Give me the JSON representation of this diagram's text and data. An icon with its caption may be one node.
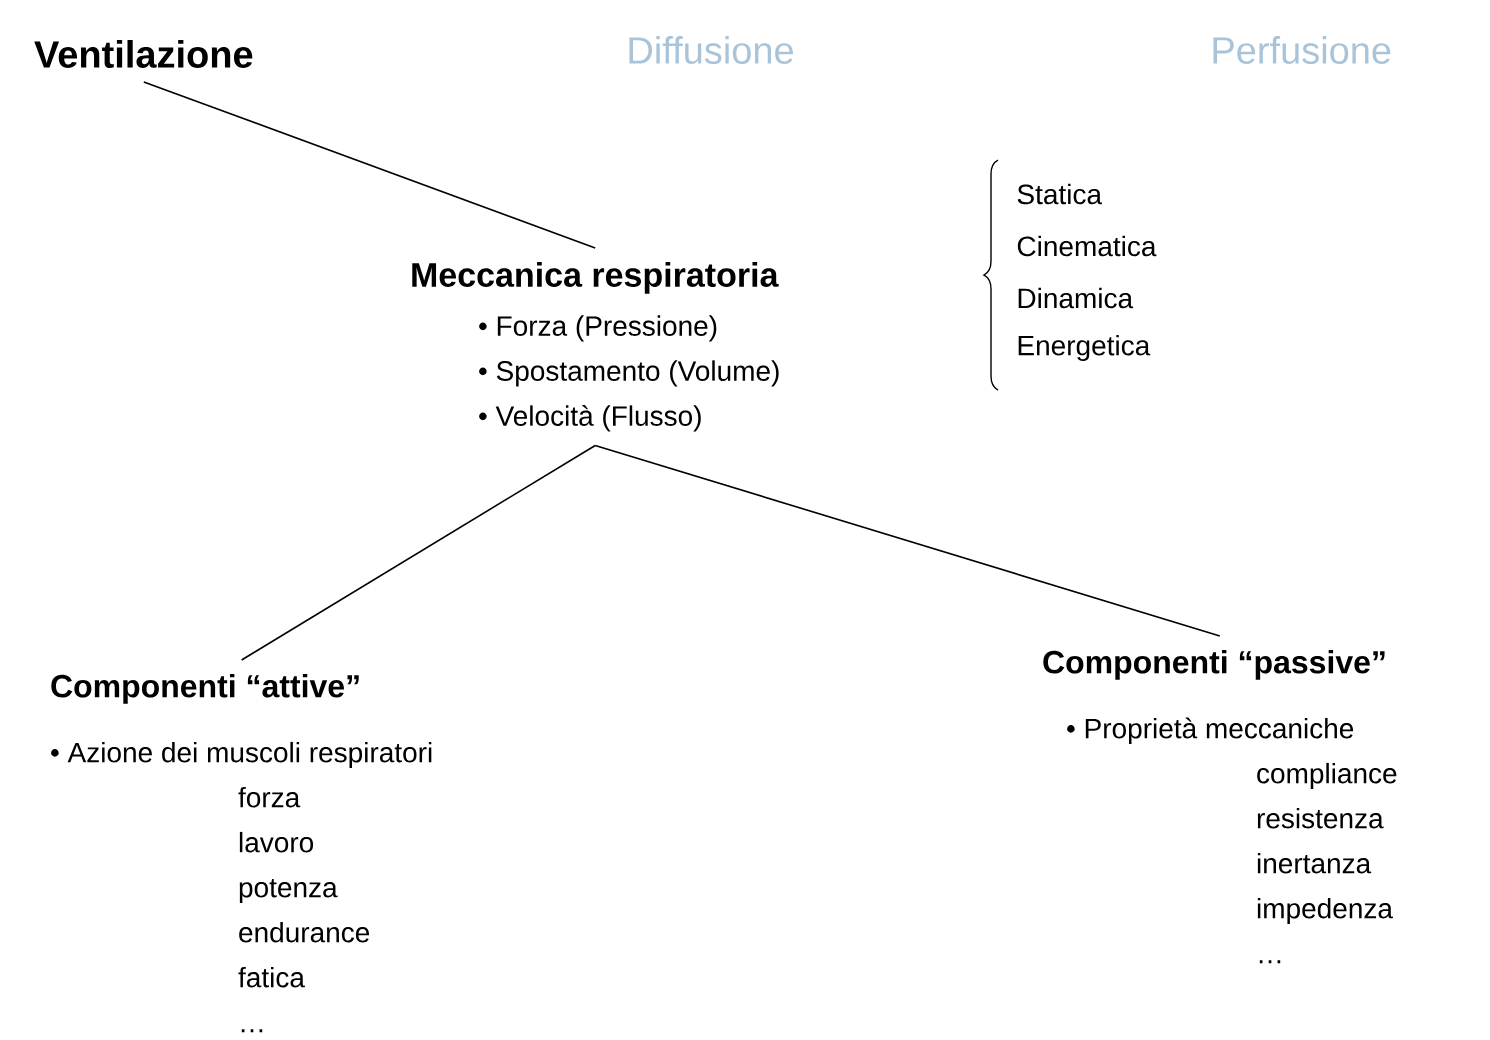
{
  "diagram": {
    "nodes": [
      {
        "text": [
          "Ventilazione"
        ]
      },
      {
        "text": [
          "Meccanica respiratoria",
          "• Forza (Pressione)",
          "• Spostamento (Volume)",
          "• Velocità (Flusso)"
        ]
      },
      {
        "text": [
          "Componenti “attive”",
          "• Azione dei muscoli respiratori",
          "forza",
          "lavoro",
          "potenza",
          "endurance",
          "fatica",
          "…"
        ]
      },
      {
        "text": [
          "Componenti “passive”",
          "• Proprietà meccaniche",
          "compliance",
          "resistenza",
          "inertanza",
          "impedenza",
          "…"
        ]
      }
    ],
    "edges": [
      {
        "from": 0,
        "to": 1,
        "arrow": "none"
      },
      {
        "from": 1,
        "to": 2,
        "arrow": "none"
      },
      {
        "from": 1,
        "to": 3,
        "arrow": "none"
      }
    ],
    "labels": [
      "Diffusione",
      "Perfusione",
      "Statica",
      "Cinematica",
      "Dinamica",
      "Energetica"
    ]
  }
}
